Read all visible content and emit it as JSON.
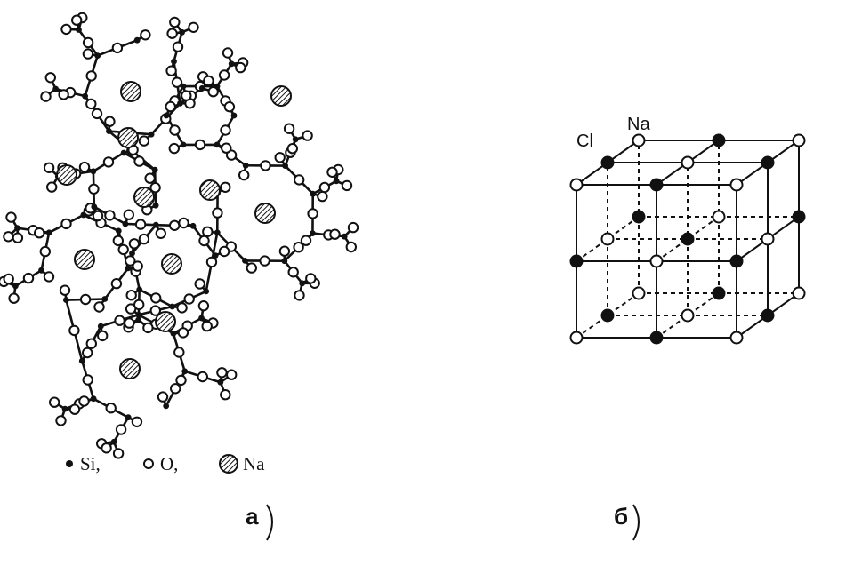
{
  "panel_a": {
    "label": "а",
    "legend": [
      {
        "symbol": "black-dot",
        "text": "Si,"
      },
      {
        "symbol": "white-circle",
        "text": "O,"
      },
      {
        "symbol": "hatched-circle",
        "text": "Na"
      }
    ]
  },
  "panel_b": {
    "label": "б",
    "atom_labels": {
      "cl": "Cl",
      "na": "Na"
    }
  },
  "colors": {
    "ink": "#111111",
    "paper": "#ffffff"
  }
}
